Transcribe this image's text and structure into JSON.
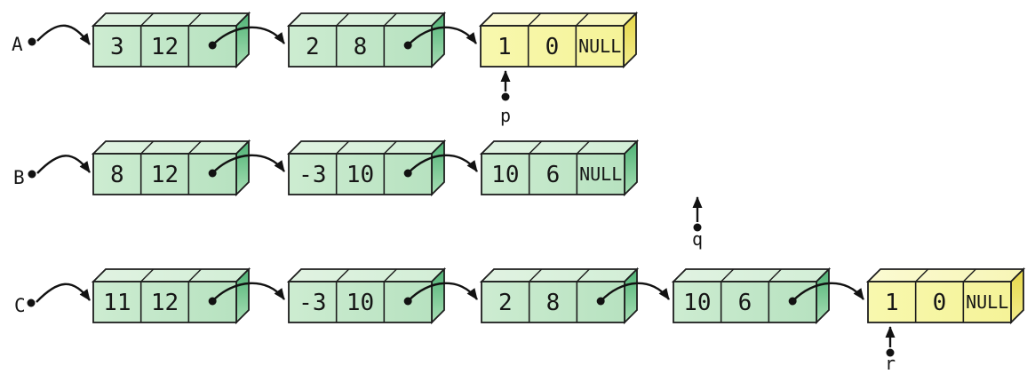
{
  "figure": {
    "lists": [
      {
        "label": "A",
        "nodes": [
          {
            "values": [
              "3",
              "12"
            ],
            "next": "pointer",
            "style": "green"
          },
          {
            "values": [
              "2",
              "8"
            ],
            "next": "pointer",
            "style": "green"
          },
          {
            "values": [
              "1",
              "0"
            ],
            "next": "NULL",
            "style": "yellow"
          }
        ]
      },
      {
        "label": "B",
        "nodes": [
          {
            "values": [
              "8",
              "12"
            ],
            "next": "pointer",
            "style": "green"
          },
          {
            "values": [
              "-3",
              "10"
            ],
            "next": "pointer",
            "style": "green"
          },
          {
            "values": [
              "10",
              "6"
            ],
            "next": "NULL",
            "style": "green"
          }
        ]
      },
      {
        "label": "C",
        "nodes": [
          {
            "values": [
              "11",
              "12"
            ],
            "next": "pointer",
            "style": "green"
          },
          {
            "values": [
              "-3",
              "10"
            ],
            "next": "pointer",
            "style": "green"
          },
          {
            "values": [
              "2",
              "8"
            ],
            "next": "pointer",
            "style": "green"
          },
          {
            "values": [
              "10",
              "6"
            ],
            "next": "pointer",
            "style": "green"
          },
          {
            "values": [
              "1",
              "0"
            ],
            "next": "NULL",
            "style": "yellow"
          }
        ]
      }
    ],
    "pointers": [
      {
        "label": "p"
      },
      {
        "label": "q"
      },
      {
        "label": "r"
      }
    ],
    "colors": {
      "background": "#ffffff",
      "ink": "#1d1d1d",
      "arrow": "#121212",
      "green_front_l": "#cdecd1",
      "green_front_r": "#b7e2c0",
      "green_top_l": "#e1f3e2",
      "green_top_r": "#d2eed6",
      "green_side_top": "#4fb275",
      "green_side_bottom": "#a8dfb5",
      "yellow_front_l": "#f8f8ae",
      "yellow_front_r": "#f5f398",
      "yellow_top_l": "#fbfad2",
      "yellow_top_r": "#f7f6b6",
      "yellow_side_top": "#e7d84a",
      "yellow_side_bottom": "#f3ec8c"
    }
  }
}
